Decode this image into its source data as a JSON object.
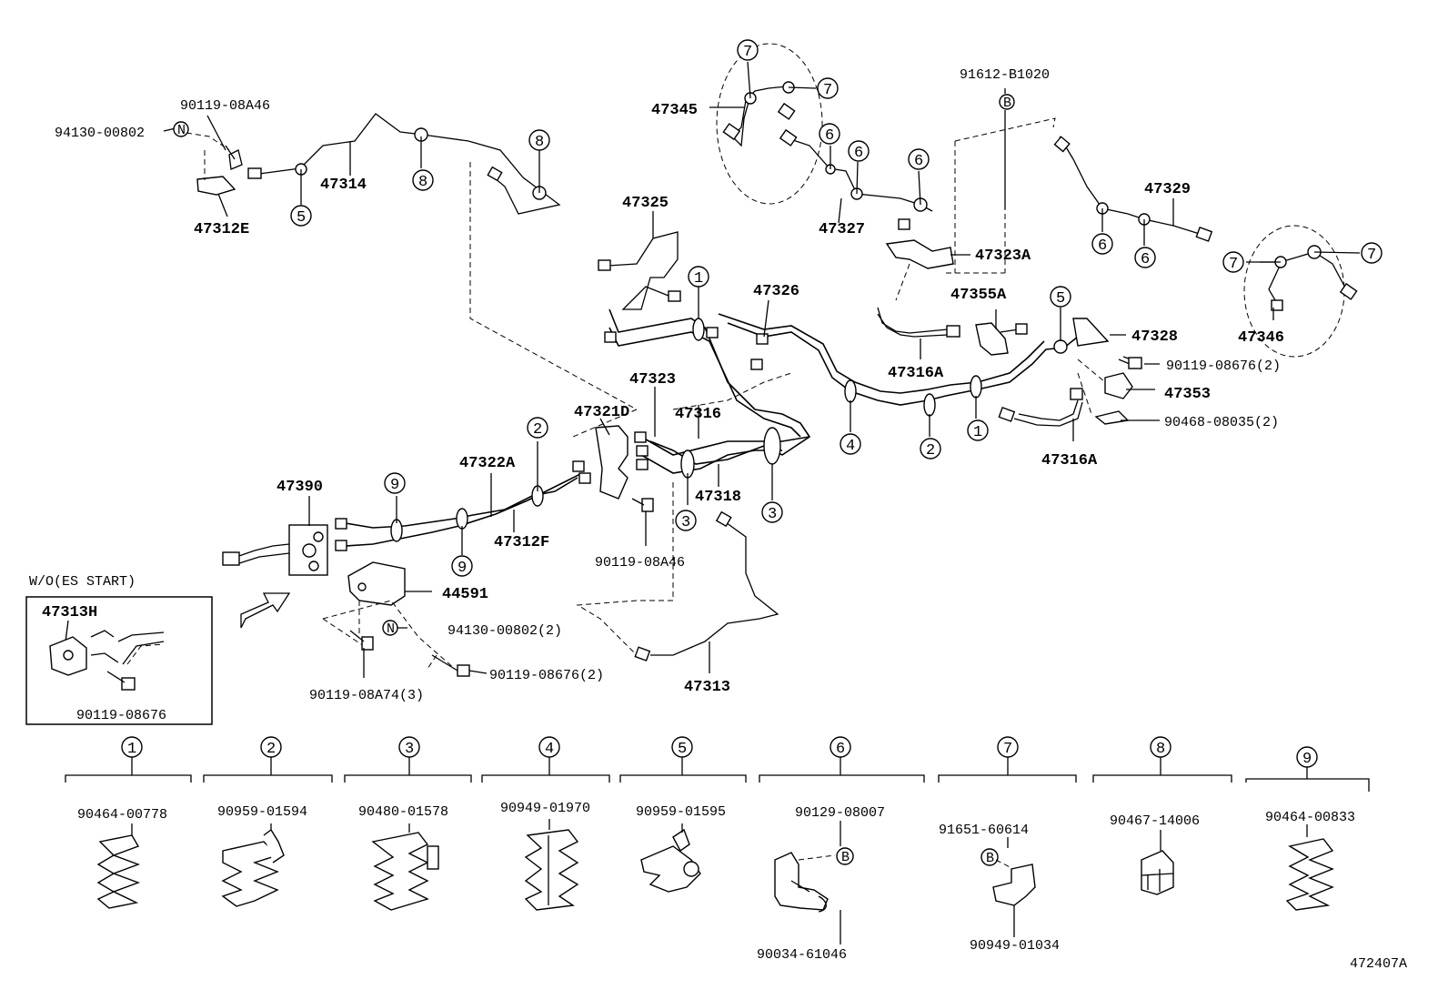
{
  "diagram_id": "472407A",
  "inset": {
    "title": "W/O(ES START)",
    "part_main": "47313H",
    "part_bolt": "90119-08676"
  },
  "parts": {
    "p47314": "47314",
    "p47312E": "47312E",
    "p90119_08A46_top": "90119-08A46",
    "p94130_00802_top": "94130-00802",
    "p47345": "47345",
    "p47327": "47327",
    "p91612_B1020": "91612-B1020",
    "p47329": "47329",
    "p47323A": "47323A",
    "p47346": "47346",
    "p47325": "47325",
    "p47326": "47326",
    "p47355A": "47355A",
    "p47328": "47328",
    "p90119_08676_2a": "90119-08676(2)",
    "p47353": "47353",
    "p90468_08035": "90468-08035(2)",
    "p47316A_a": "47316A",
    "p47316A_b": "47316A",
    "p47323": "47323",
    "p47316": "47316",
    "p47321D": "47321D",
    "p47322A": "47322A",
    "p47390": "47390",
    "p47312F": "47312F",
    "p47318": "47318",
    "p90119_08A46_mid": "90119-08A46",
    "p44591": "44591",
    "p94130_00802_2": "94130-00802(2)",
    "p90119_08676_2b": "90119-08676(2)",
    "p90119_08A74": "90119-08A74(3)",
    "p47313": "47313"
  },
  "markers": {
    "n": "N",
    "b": "B"
  },
  "callouts": [
    "1",
    "2",
    "3",
    "4",
    "5",
    "6",
    "7",
    "8",
    "9"
  ],
  "clamps": [
    {
      "index": "1",
      "part": "90464-00778"
    },
    {
      "index": "2",
      "part": "90959-01594"
    },
    {
      "index": "3",
      "part": "90480-01578"
    },
    {
      "index": "4",
      "part": "90949-01970"
    },
    {
      "index": "5",
      "part": "90959-01595"
    },
    {
      "index": "6",
      "part": "90129-08007",
      "extra_part": "90034-61046"
    },
    {
      "index": "7",
      "part": "91651-60614",
      "extra_part": "90949-01034"
    },
    {
      "index": "8",
      "part": "90467-14006"
    },
    {
      "index": "9",
      "part": "90464-00833"
    }
  ]
}
